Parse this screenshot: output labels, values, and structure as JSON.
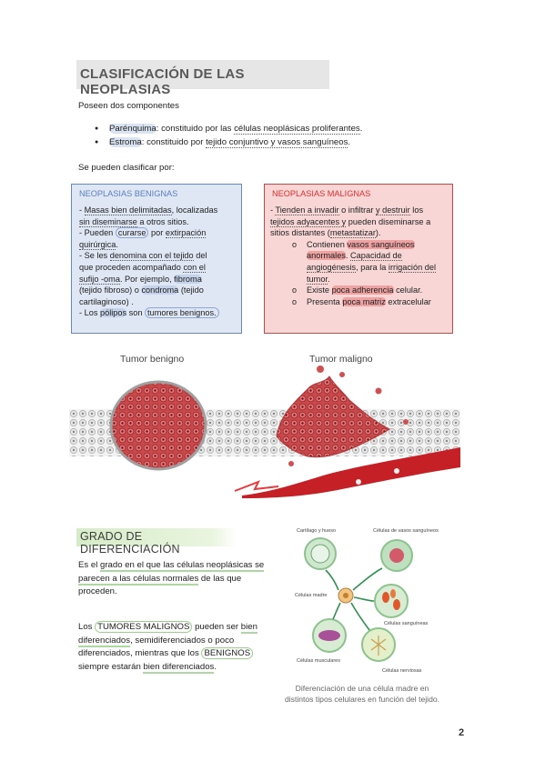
{
  "title": "CLASIFICACIÓN DE LAS NEOPLASIAS",
  "intro": "Poseen dos componentes",
  "components": [
    {
      "term": "Parénquima",
      "rest": ": constituido por las ",
      "link": "células neoplásicas proliferantes",
      "end": "."
    },
    {
      "term": "Estroma",
      "rest": ": constituido por ",
      "link": "tejido conjuntivo y vasos sanguíneos",
      "end": "."
    }
  ],
  "classify": "Se pueden clasificar por:",
  "benign": {
    "heading": "NEOPLASIAS BENIGNAS",
    "l1a": "- ",
    "l1b": "Masas bien delimitadas",
    "l1c": ", localizadas",
    "l2a": "sin diseminarse",
    "l2b": " a otros sitios.",
    "l3a": "- Pueden ",
    "l3b": "curarse",
    "l3c": " por ",
    "l3d": "extirpación",
    "l4": "quirúrgica",
    "l4b": ".",
    "l5a": "- Se les ",
    "l5b": "denomina con el tejido",
    "l5c": " del",
    "l6a": "que proceden acompañado ",
    "l6b": "con el",
    "l7a": "sufijo -oma",
    "l7b": ". Por ejemplo, ",
    "l7c": "fibroma",
    "l8a": "(tejido fibroso) o ",
    "l8b": "condroma",
    "l8c": " (tejido",
    "l9": "cartilaginoso) .",
    "l10a": "- Los ",
    "l10b": "pólipos",
    "l10c": " son ",
    "l10d": "tumores benignos."
  },
  "malign": {
    "heading": "NEOPLASIAS MALIGNAS",
    "l1a": "- ",
    "l1b": "Tienden a invadir",
    "l1c": " o infiltrar ",
    "l1d": "y destruir",
    "l1e": " los",
    "l2a": "tejidos adyacentes y",
    "l2b": " pueden diseminarse a",
    "l3a": "sitios distantes (",
    "l3b": "metastatizar",
    "l3c": ").",
    "s1a": "Contienen ",
    "s1b": "vasos sanguíneos",
    "s1c": "anormales",
    "s1d": ". ",
    "s1e": "Capacidad de",
    "s1f": "angiogénesis",
    "s1g": ", para la ",
    "s1h": "irrigación del",
    "s1i": "tumor",
    "s1j": ".",
    "s2a": "Existe ",
    "s2b": "poca adherencia",
    "s2c": " celular.",
    "s3a": " Presenta ",
    "s3b": "poca matriz",
    "s3c": " extracelular"
  },
  "figure1": {
    "label_benign": "Tumor benigno",
    "label_malign": "Tumor maligno"
  },
  "section2": {
    "title": "GRADO DE DIFERENCIACIÓN",
    "p1a": "Es el ",
    "p1b": "grado en el que las células neoplásicas se",
    "p1c": "parecen a las células normales",
    "p1d": " de las que",
    "p1e": "proceden.",
    "p2a": "Los ",
    "p2b": "TUMORES MALIGNOS",
    "p2c": " pueden ser ",
    "p2d": "bien",
    "p2e": "diferenciados",
    "p2f": ", semidiferenciados o poco",
    "p2g": "diferenciados, mientras que los ",
    "p2h": "BENIGNOS",
    "p2i": "siempre estarán ",
    "p2j": "bien diferenciados",
    "p2k": "."
  },
  "figure2": {
    "labels": [
      "Cartílago y hueso",
      "Células de vasos sanguíneos",
      "Células madre",
      "Células sanguíneas",
      "Células musculares",
      "Células nerviosas"
    ],
    "caption1": "Diferenciación de una célula madre en",
    "caption2": "distintos tipos celulares en función del tejido."
  },
  "page_number": "2",
  "colors": {
    "benign_border": "#6a86c0",
    "malign_border": "#c04a4a",
    "malign_heading": "#e03030",
    "benign_heading": "#5b7fc0"
  }
}
